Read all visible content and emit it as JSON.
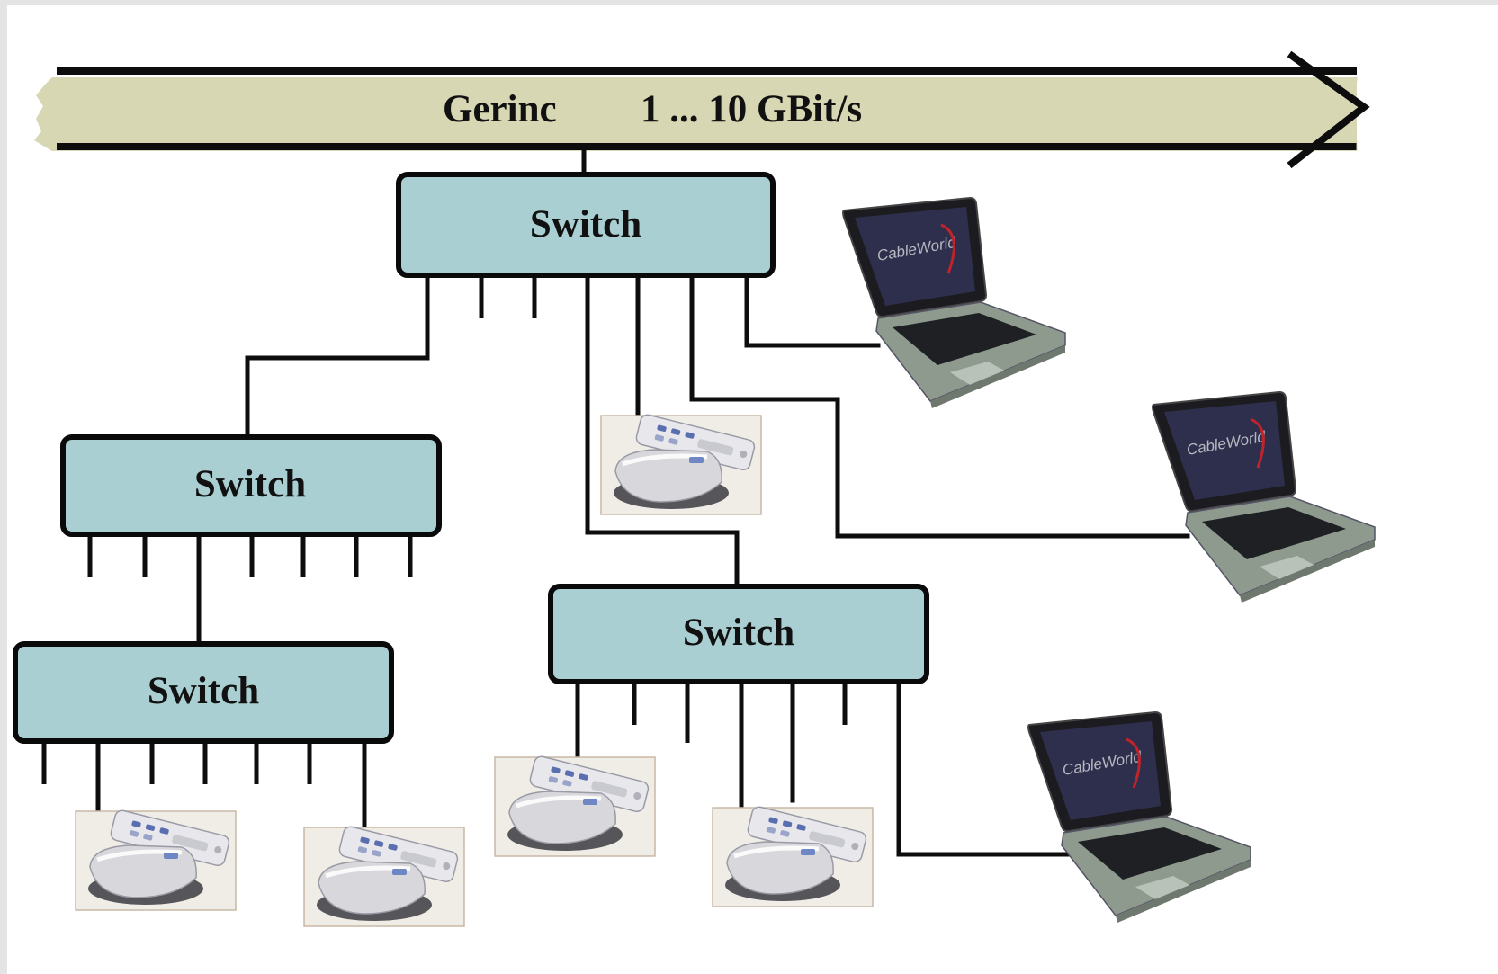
{
  "backbone": {
    "label": "Gerinc",
    "speed": "1 ... 10 GBit/s"
  },
  "switches": [
    {
      "label": "Switch"
    },
    {
      "label": "Switch"
    },
    {
      "label": "Switch"
    },
    {
      "label": "Switch"
    }
  ],
  "laptop_brand": "CableWorld",
  "colors": {
    "backbone_fill": "#d8d7b4",
    "switch_fill": "#a9cfd2",
    "line": "#0d0d0d"
  },
  "icons": [
    "laptop-icon",
    "set-top-box-icon",
    "remote-control-icon"
  ]
}
